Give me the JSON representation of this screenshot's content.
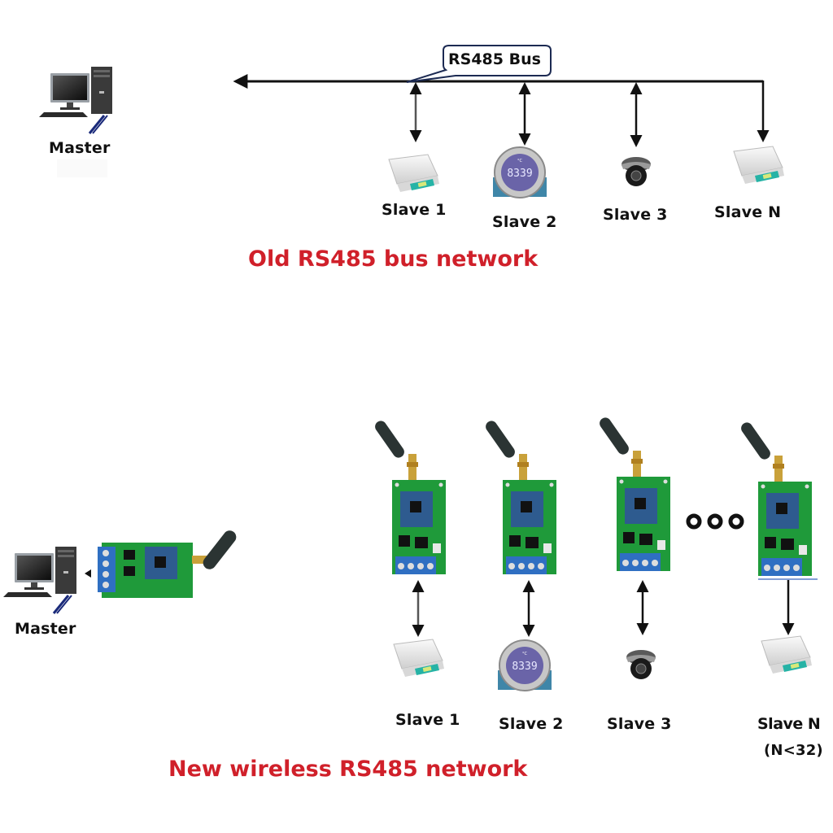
{
  "old_network": {
    "title": "Old RS485 bus network",
    "bus_label": "RS485 Bus",
    "master_label": "Master",
    "slaves": [
      {
        "label": "Slave 1",
        "device": "scale-icon"
      },
      {
        "label": "Slave 2",
        "device": "meter-icon",
        "display": "8339"
      },
      {
        "label": "Slave 3",
        "device": "camera-icon"
      },
      {
        "label": "Slave N",
        "device": "scale-icon"
      }
    ]
  },
  "new_network": {
    "title": "New wireless RS485 network",
    "master_label": "Master",
    "ellipsis": "ooo",
    "slaves": [
      {
        "label": "Slave 1",
        "device": "scale-icon"
      },
      {
        "label": "Slave 2",
        "device": "meter-icon",
        "display": "8339"
      },
      {
        "label": "Slave 3",
        "device": "camera-icon"
      },
      {
        "label": "Slave N",
        "note": "(N<32)",
        "device": "scale-icon"
      }
    ]
  },
  "colors": {
    "title_red": "#d0202a",
    "pcb_green": "#1f9a3a",
    "terminal_blue": "#2f6fc2",
    "antenna_dark": "#2b3433",
    "sma_gold": "#c9a13a"
  }
}
